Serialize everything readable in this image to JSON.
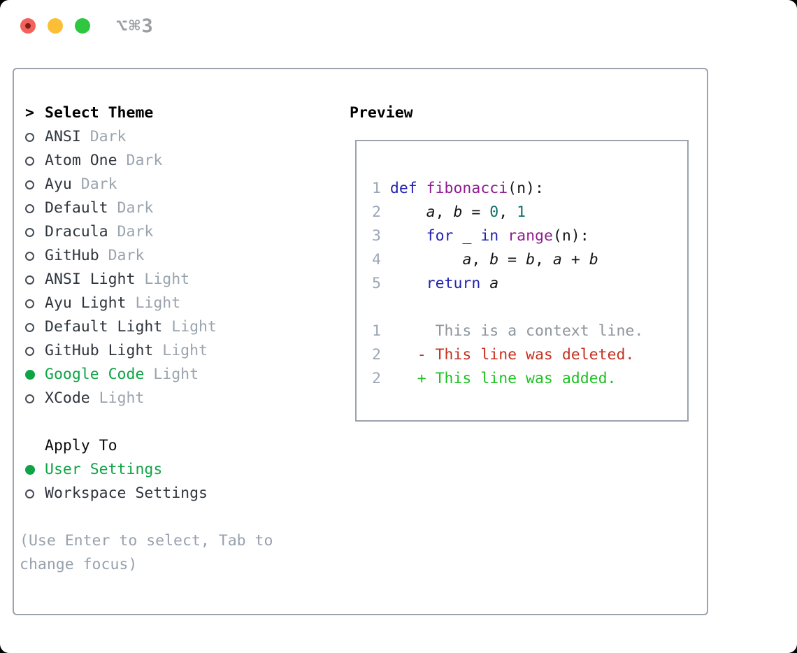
{
  "window": {
    "shortcut": "⌥⌘3",
    "traffic_lights": [
      {
        "name": "close",
        "color": "#f4615b"
      },
      {
        "name": "minimize",
        "color": "#fcbe35"
      },
      {
        "name": "maximize",
        "color": "#2fc640"
      }
    ]
  },
  "colors": {
    "border": "#9ba3ae",
    "text": "#2f353d",
    "muted": "#9aa4ae",
    "hint": "#97a1ae",
    "green": "#0ea344",
    "line_number": "#9aa6b6",
    "keyword": "#2323b2",
    "function": "#8e1d8e",
    "literal": "#0e6f68",
    "plain": "#141519",
    "context": "#8d959d",
    "deleted": "#c53120",
    "added": "#1dc222",
    "traffic_red": "#f4615b",
    "traffic_yellow": "#fcbe35",
    "traffic_green": "#2fc640"
  },
  "panel": {
    "select_theme": {
      "prefix": ">",
      "title": "Select Theme"
    },
    "themes": [
      {
        "name": "ANSI",
        "variant": "Dark",
        "selected": false
      },
      {
        "name": "Atom One",
        "variant": "Dark",
        "selected": false
      },
      {
        "name": "Ayu",
        "variant": "Dark",
        "selected": false
      },
      {
        "name": "Default",
        "variant": "Dark",
        "selected": false
      },
      {
        "name": "Dracula",
        "variant": "Dark",
        "selected": false
      },
      {
        "name": "GitHub",
        "variant": "Dark",
        "selected": false
      },
      {
        "name": "ANSI Light",
        "variant": "Light",
        "selected": false
      },
      {
        "name": "Ayu Light",
        "variant": "Light",
        "selected": false
      },
      {
        "name": "Default Light",
        "variant": "Light",
        "selected": false
      },
      {
        "name": "GitHub Light",
        "variant": "Light",
        "selected": false
      },
      {
        "name": "Google Code",
        "variant": "Light",
        "selected": true
      },
      {
        "name": "XCode",
        "variant": "Light",
        "selected": false
      }
    ],
    "apply_to": {
      "title": "Apply To",
      "options": [
        {
          "label": "User Settings",
          "selected": true
        },
        {
          "label": "Workspace Settings",
          "selected": false
        }
      ]
    },
    "hint": "(Use Enter to select, Tab to change focus)"
  },
  "preview": {
    "title": "Preview",
    "code_lines": [
      {
        "num": "1",
        "segments": [
          {
            "text": "def ",
            "style": "kw"
          },
          {
            "text": "fibonacci",
            "style": "fn"
          },
          {
            "text": "(n):",
            "style": "plain"
          }
        ]
      },
      {
        "num": "2",
        "segments": [
          {
            "text": "    ",
            "style": "plain"
          },
          {
            "text": "a",
            "style": "var"
          },
          {
            "text": ", ",
            "style": "plain"
          },
          {
            "text": "b",
            "style": "var"
          },
          {
            "text": " = ",
            "style": "plain"
          },
          {
            "text": "0",
            "style": "lit"
          },
          {
            "text": ", ",
            "style": "plain"
          },
          {
            "text": "1",
            "style": "lit"
          }
        ]
      },
      {
        "num": "3",
        "segments": [
          {
            "text": "    ",
            "style": "plain"
          },
          {
            "text": "for",
            "style": "kw"
          },
          {
            "text": " _ ",
            "style": "plain"
          },
          {
            "text": "in",
            "style": "kw"
          },
          {
            "text": " ",
            "style": "plain"
          },
          {
            "text": "range",
            "style": "fn"
          },
          {
            "text": "(n):",
            "style": "plain"
          }
        ]
      },
      {
        "num": "4",
        "segments": [
          {
            "text": "        ",
            "style": "plain"
          },
          {
            "text": "a",
            "style": "var"
          },
          {
            "text": ", ",
            "style": "plain"
          },
          {
            "text": "b",
            "style": "var"
          },
          {
            "text": " = ",
            "style": "plain"
          },
          {
            "text": "b",
            "style": "var"
          },
          {
            "text": ", ",
            "style": "plain"
          },
          {
            "text": "a",
            "style": "var"
          },
          {
            "text": " + ",
            "style": "plain"
          },
          {
            "text": "b",
            "style": "var"
          }
        ]
      },
      {
        "num": "5",
        "segments": [
          {
            "text": "    ",
            "style": "plain"
          },
          {
            "text": "return",
            "style": "kw"
          },
          {
            "text": " ",
            "style": "plain"
          },
          {
            "text": "a",
            "style": "var"
          }
        ]
      }
    ],
    "diff_lines": [
      {
        "num": "1",
        "kind": "context",
        "text": "     This is a context line."
      },
      {
        "num": "2",
        "kind": "deleted",
        "text": "   - This line was deleted."
      },
      {
        "num": "2",
        "kind": "added",
        "text": "   + This line was added."
      }
    ]
  }
}
